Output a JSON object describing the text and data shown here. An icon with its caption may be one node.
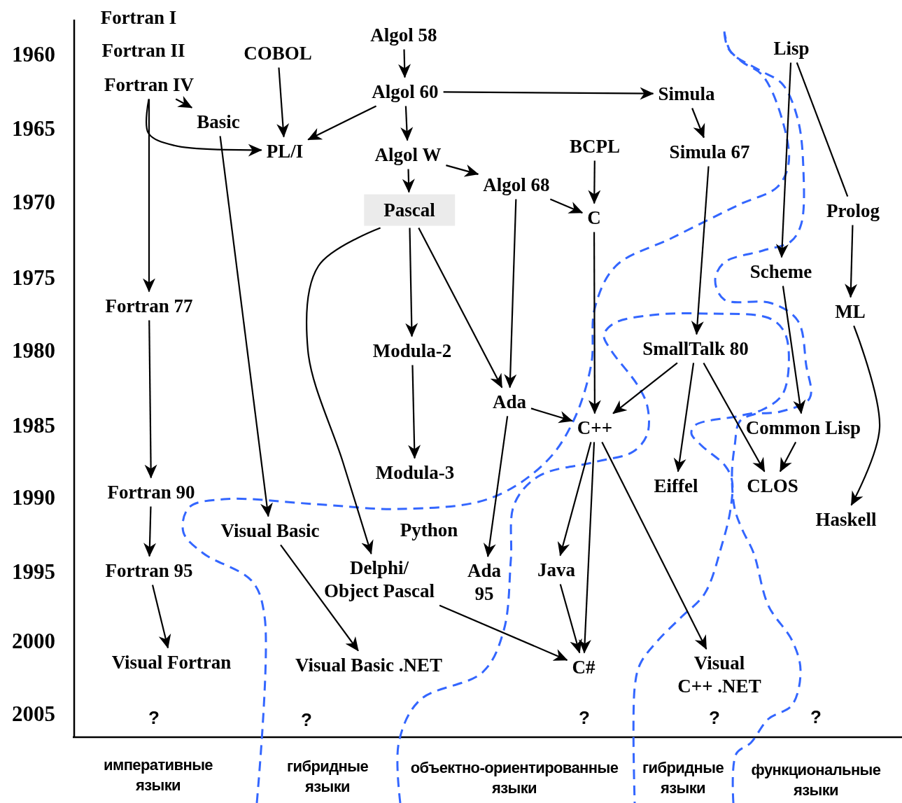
{
  "diagram": {
    "nodes": [
      {
        "text": [
          "Fortran I"
        ]
      },
      {
        "text": [
          "Fortran II"
        ]
      },
      {
        "text": [
          "COBOL"
        ]
      },
      {
        "text": [
          "Algol 58"
        ]
      },
      {
        "text": [
          "Lisp"
        ]
      },
      {
        "text": [
          "Fortran IV"
        ]
      },
      {
        "text": [
          "Algol 60"
        ]
      },
      {
        "text": [
          "Simula"
        ]
      },
      {
        "text": [
          "Basic"
        ]
      },
      {
        "text": [
          "PL/I"
        ]
      },
      {
        "text": [
          "Algol W"
        ]
      },
      {
        "text": [
          "BCPL"
        ]
      },
      {
        "text": [
          "Simula 67"
        ]
      },
      {
        "text": [
          "Algol 68"
        ]
      },
      {
        "text": [
          "Pascal"
        ]
      },
      {
        "text": [
          "C"
        ]
      },
      {
        "text": [
          "Prolog"
        ]
      },
      {
        "text": [
          "Scheme"
        ]
      },
      {
        "text": [
          "Fortran 77"
        ]
      },
      {
        "text": [
          "ML"
        ]
      },
      {
        "text": [
          "Modula-2"
        ]
      },
      {
        "text": [
          "SmallTalk 80"
        ]
      },
      {
        "text": [
          "Ada"
        ]
      },
      {
        "text": [
          "C++"
        ]
      },
      {
        "text": [
          "Common Lisp"
        ]
      },
      {
        "text": [
          "Modula-3"
        ]
      },
      {
        "text": [
          "Eiffel"
        ]
      },
      {
        "text": [
          "CLOS"
        ]
      },
      {
        "text": [
          "Fortran 90"
        ]
      },
      {
        "text": [
          "Haskell"
        ]
      },
      {
        "text": [
          "Visual Basic"
        ]
      },
      {
        "text": [
          "Python"
        ]
      },
      {
        "text": [
          "Delphi/ Object Pascal"
        ]
      },
      {
        "text": [
          "Ada 95"
        ]
      },
      {
        "text": [
          "Java"
        ]
      },
      {
        "text": [
          "Fortran 95"
        ]
      },
      {
        "text": [
          "Visual Fortran"
        ]
      },
      {
        "text": [
          "Visual Basic .NET"
        ]
      },
      {
        "text": [
          "C#"
        ]
      },
      {
        "text": [
          "Visual C++ .NET"
        ]
      }
    ],
    "edges": [
      {
        "from": 3,
        "to": 6,
        "arrow": "to"
      },
      {
        "from": 2,
        "to": 9,
        "arrow": "to"
      },
      {
        "from": 5,
        "to": 8,
        "arrow": "to"
      },
      {
        "from": 5,
        "to": 9,
        "arrow": "to"
      },
      {
        "from": 5,
        "to": 18,
        "arrow": "to"
      },
      {
        "from": 6,
        "to": 9,
        "arrow": "to"
      },
      {
        "from": 6,
        "to": 10,
        "arrow": "to"
      },
      {
        "from": 6,
        "to": 7,
        "arrow": "to"
      },
      {
        "from": 7,
        "to": 12,
        "arrow": "to"
      },
      {
        "from": 10,
        "to": 14,
        "arrow": "to"
      },
      {
        "from": 10,
        "to": 13,
        "arrow": "to"
      },
      {
        "from": 11,
        "to": 15,
        "arrow": "to"
      },
      {
        "from": 13,
        "to": 15,
        "arrow": "to"
      },
      {
        "from": 13,
        "to": 22,
        "arrow": "to"
      },
      {
        "from": 14,
        "to": 20,
        "arrow": "to"
      },
      {
        "from": 14,
        "to": 22,
        "arrow": "to"
      },
      {
        "from": 14,
        "to": 32,
        "arrow": "to"
      },
      {
        "from": 8,
        "to": 30,
        "arrow": "to"
      },
      {
        "from": 4,
        "to": 17,
        "arrow": "to"
      },
      {
        "from": 4,
        "to": 16,
        "arrow": "none"
      },
      {
        "from": 16,
        "to": 19,
        "arrow": "to"
      },
      {
        "from": 19,
        "to": 29,
        "arrow": "to"
      },
      {
        "from": 12,
        "to": 21,
        "arrow": "to"
      },
      {
        "from": 17,
        "to": 24,
        "arrow": "to"
      },
      {
        "from": 15,
        "to": 23,
        "arrow": "to"
      },
      {
        "from": 21,
        "to": 23,
        "arrow": "to"
      },
      {
        "from": 21,
        "to": 26,
        "arrow": "to"
      },
      {
        "from": 21,
        "to": 27,
        "arrow": "to"
      },
      {
        "from": 22,
        "to": 23,
        "arrow": "to"
      },
      {
        "from": 22,
        "to": 33,
        "arrow": "to"
      },
      {
        "from": 24,
        "to": 27,
        "arrow": "to"
      },
      {
        "from": 20,
        "to": 25,
        "arrow": "to"
      },
      {
        "from": 18,
        "to": 28,
        "arrow": "to"
      },
      {
        "from": 28,
        "to": 35,
        "arrow": "to"
      },
      {
        "from": 35,
        "to": 36,
        "arrow": "to"
      },
      {
        "from": 30,
        "to": 37,
        "arrow": "to"
      },
      {
        "from": 23,
        "to": 34,
        "arrow": "to"
      },
      {
        "from": 23,
        "to": 38,
        "arrow": "to"
      },
      {
        "from": 23,
        "to": 39,
        "arrow": "to"
      },
      {
        "from": 34,
        "to": 38,
        "arrow": "to"
      },
      {
        "from": 32,
        "to": 38,
        "arrow": "to"
      }
    ],
    "labels": [
      "1960",
      "1965",
      "1970",
      "1975",
      "1980",
      "1985",
      "1990",
      "1995",
      "2000",
      "2005",
      "?",
      "?",
      "?",
      "?",
      "?",
      "императивные языки",
      "гибридные языки",
      "объектно-ориентированные языки",
      "гибридные языки",
      "функциональные языки"
    ]
  }
}
